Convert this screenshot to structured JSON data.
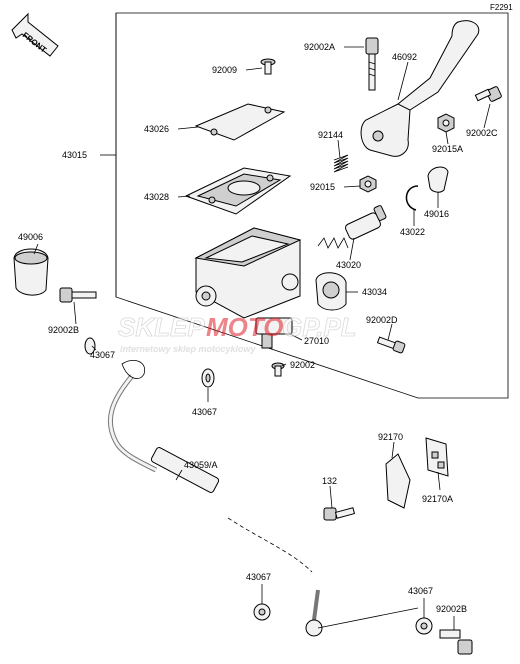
{
  "diagram_code": "F2291",
  "front_label": "FRONT",
  "watermark": {
    "brand_left": "SKLEP",
    "brand_mid": "MOTO",
    "brand_right": "GP.PL",
    "tagline": "internetowy sklep motocyklowy",
    "accent_color": "#e0202a"
  },
  "labels": {
    "p92002A": "92002A",
    "p46092": "46092",
    "p92009": "92009",
    "p43026": "43026",
    "p43015": "43015",
    "p92144": "92144",
    "p92002C": "92002C",
    "p92015A": "92015A",
    "p43028": "43028",
    "p92015": "92015",
    "p49016": "49016",
    "p43022": "43022",
    "p49006": "49006",
    "p43020": "43020",
    "p43034": "43034",
    "p92002B_a": "92002B",
    "p92002D": "92002D",
    "p43067_a": "43067",
    "p27010": "27010",
    "p92002": "92002",
    "p43067_b": "43067",
    "p92170": "92170",
    "p43059A": "43059/A",
    "p132": "132",
    "p92170A": "92170A",
    "p43067_c": "43067",
    "p43067_d": "43067",
    "p92002B_b": "92002B"
  }
}
